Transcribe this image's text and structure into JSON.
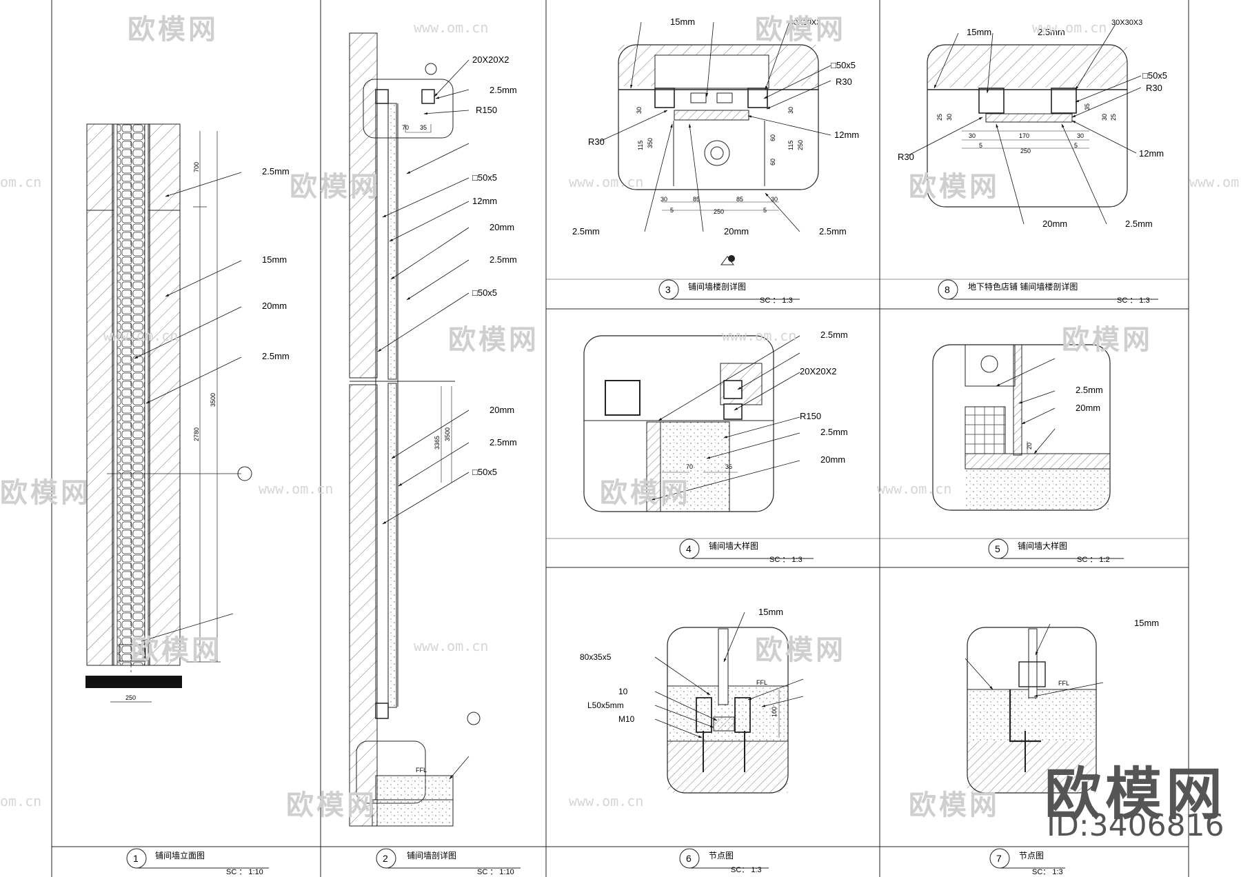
{
  "watermark": {
    "text": "欧模网",
    "url": "www.om.cn",
    "url_short": "om.cn"
  },
  "brand": {
    "logo_text": "欧模网",
    "id_text": "ID:3406816"
  },
  "panels": [
    {
      "num": "1",
      "title": "铺间墙立面图",
      "scale": "SC ： 1:10"
    },
    {
      "num": "2",
      "title": "铺间墙剖详图",
      "scale": "SC ： 1:10"
    },
    {
      "num": "3",
      "title": "铺间墙楼剖详图",
      "scale": "SC ： 1:3"
    },
    {
      "num": "8",
      "title": "地下特色店铺 铺间墙楼剖详图",
      "scale": "SC ： 1:3"
    },
    {
      "num": "4",
      "title": "铺间墙大样图",
      "scale": "SC ： 1:3"
    },
    {
      "num": "5",
      "title": "铺间墙大样图",
      "scale": "SC ： 1:2"
    },
    {
      "num": "6",
      "title": "节点图",
      "scale": "SC： 1:3"
    },
    {
      "num": "7",
      "title": "节点图",
      "scale": "SC： 1:3"
    }
  ],
  "labels": {
    "p1": [
      "2.5mm",
      "15mm",
      "20mm",
      "2.5mm"
    ],
    "p1_dims": [
      "700",
      "3500",
      "2780",
      "250"
    ],
    "p2": [
      "20X20X2",
      "2.5mm",
      "R150",
      "□50x5",
      "12mm",
      "20mm",
      "2.5mm",
      "□50x5",
      "20mm",
      "2.5mm",
      "□50x5"
    ],
    "p2_dims": [
      "70",
      "35",
      "3365",
      "3500"
    ],
    "p3": [
      "15mm",
      "30X30X3",
      "□50x5",
      "R30",
      "R30",
      "12mm",
      "2.5mm",
      "20mm",
      "2.5mm"
    ],
    "p3_dims": [
      "250",
      "85",
      "85",
      "30",
      "30",
      "5",
      "5",
      "350",
      "115",
      "115",
      "250",
      "60",
      "60",
      "30",
      "30"
    ],
    "p8": [
      "15mm",
      "2.5mm",
      "30X30X3",
      "□50x5",
      "R30",
      "R30",
      "12mm",
      "20mm",
      "2.5mm"
    ],
    "p8_dims": [
      "170",
      "250",
      "30",
      "30",
      "5",
      "5",
      "25",
      "30",
      "30",
      "35",
      "25"
    ],
    "p4": [
      "2.5mm",
      "20X20X2",
      "R150",
      "2.5mm",
      "20mm"
    ],
    "p4_dims": [
      "70",
      "35"
    ],
    "p5": [
      "2.5mm",
      "20mm"
    ],
    "p5_dims": [
      "20"
    ],
    "p6": [
      "15mm",
      "80x35x5",
      "10",
      "L50x5mm",
      "M10"
    ],
    "p6_dims": [
      "100"
    ],
    "p7": [
      "15mm",
      "FFL"
    ],
    "ffl": "FFL"
  }
}
